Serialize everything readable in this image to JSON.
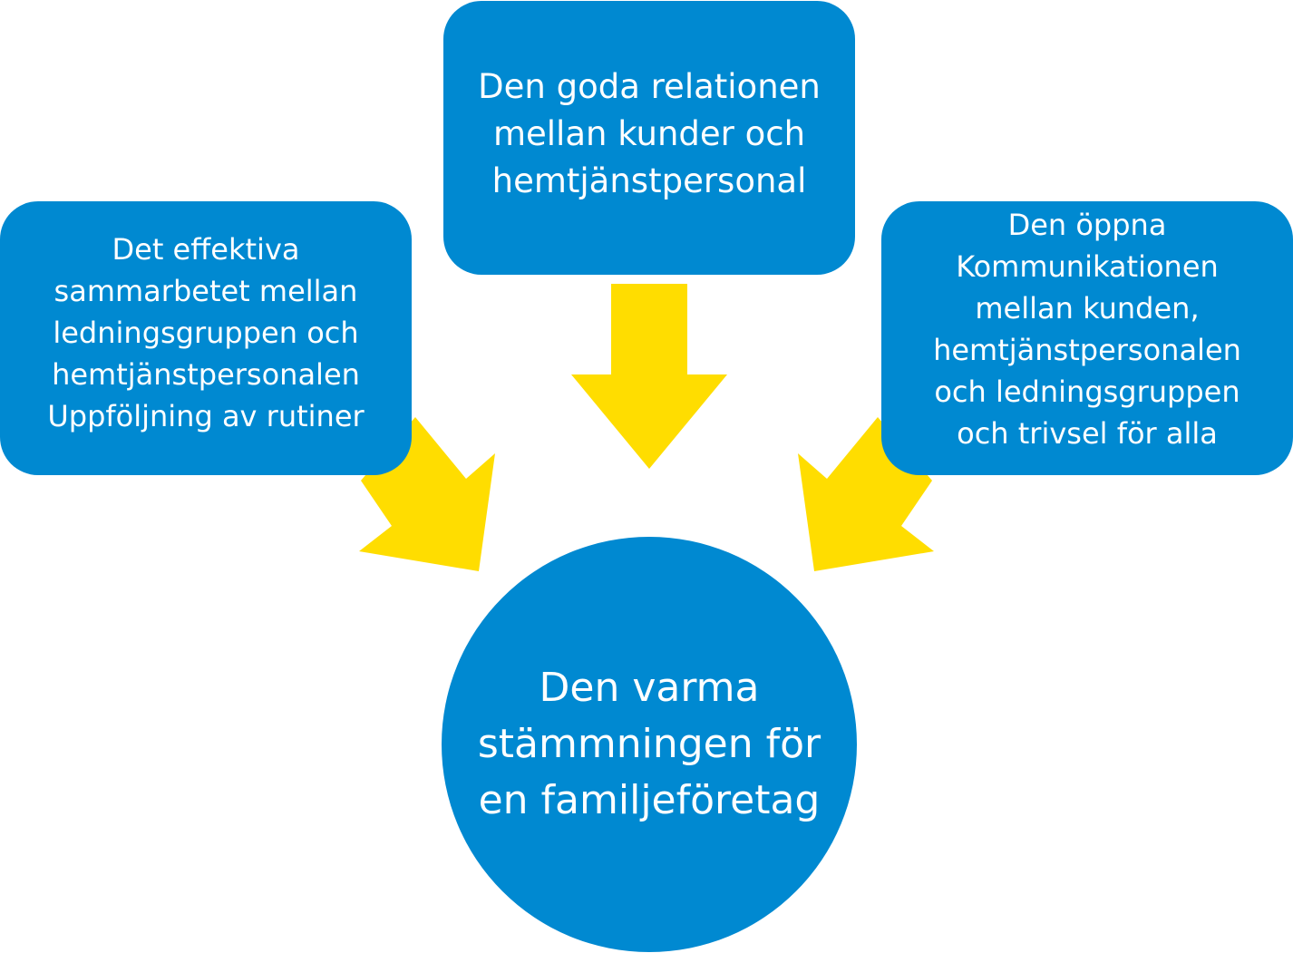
{
  "colors": {
    "box_fill": "#0089d1",
    "arrow_fill": "#ffdd00",
    "text": "#ffffff"
  },
  "top_box": {
    "lines": [
      "Den goda relationen",
      "mellan kunder och",
      "hemtjänstpersonal"
    ]
  },
  "left_box": {
    "lines": [
      "Det effektiva",
      "sammarbetet mellan",
      "ledningsgruppen och",
      "hemtjänstpersonalen",
      "Uppföljning av rutiner"
    ]
  },
  "right_box": {
    "lines": [
      "Den öppna",
      "Kommunikationen",
      "mellan kunden,",
      "hemtjänstpersonalen",
      "och ledningsgruppen",
      "och trivsel för alla"
    ]
  },
  "center_circle": {
    "lines": [
      "Den varma",
      "stämmningen för",
      "en familjeföretag"
    ]
  }
}
